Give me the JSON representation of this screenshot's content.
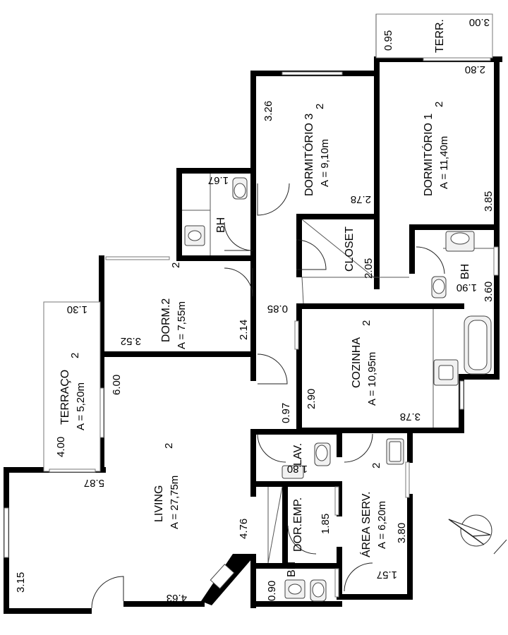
{
  "rooms": {
    "terr_top": {
      "name": "TERR."
    },
    "dorm3": {
      "name": "DORMITÓRIO 3",
      "area": "A = 9,10m"
    },
    "dorm1": {
      "name": "DORMITÓRIO 1",
      "area": "A = 11,40m"
    },
    "bh_top": {
      "name": "BH"
    },
    "closet": {
      "name": "CLOSET"
    },
    "bh_right": {
      "name": "BH"
    },
    "dorm2": {
      "name": "DORM.2",
      "area": "A = 7,55m"
    },
    "cozinha": {
      "name": "COZINHA",
      "area": "A = 10,95m"
    },
    "terraco": {
      "name": "TERRAÇO",
      "area": "A = 5,20m"
    },
    "living": {
      "name": "LIVING",
      "area": "A = 27,75m"
    },
    "lav": {
      "name": "LAV."
    },
    "dor_emp": {
      "name": "DOR.EMP."
    },
    "area_serv": {
      "name": "ÁREA SERV.",
      "area": "A = 6,20m"
    },
    "bh_bottom": {
      "name": "BH"
    }
  },
  "area_unit_sup": "2",
  "dimensions": {
    "terr_w": "0.95",
    "terr_l": "3.00",
    "d3_a": "3.26",
    "d3_b": "2.78",
    "d1_a": "2.80",
    "d1_b": "3.85",
    "bh_top": "1.67",
    "closet": "2.05",
    "bhr_a": "1.90",
    "bhr_b": "3.60",
    "ter_a": "1.30",
    "ter_b": "4.00",
    "dorm2_a": "3.52",
    "dorm2_b": "2.14",
    "hall": "0.85",
    "living_a": "6.00",
    "living_b": "5.87",
    "living_c": "4.76",
    "living_d": "3.15",
    "living_e": "4.63",
    "corr": "0.97",
    "coz_a": "2.90",
    "coz_b": "3.78",
    "lav": "1.80",
    "emp": "1.85",
    "serv_a": "3.80",
    "serv_b": "1.57",
    "bhb": "0.90"
  },
  "north_arrow": {
    "icon": "north-arrow-icon"
  },
  "colors": {
    "wall": "#000000",
    "background": "#ffffff"
  }
}
